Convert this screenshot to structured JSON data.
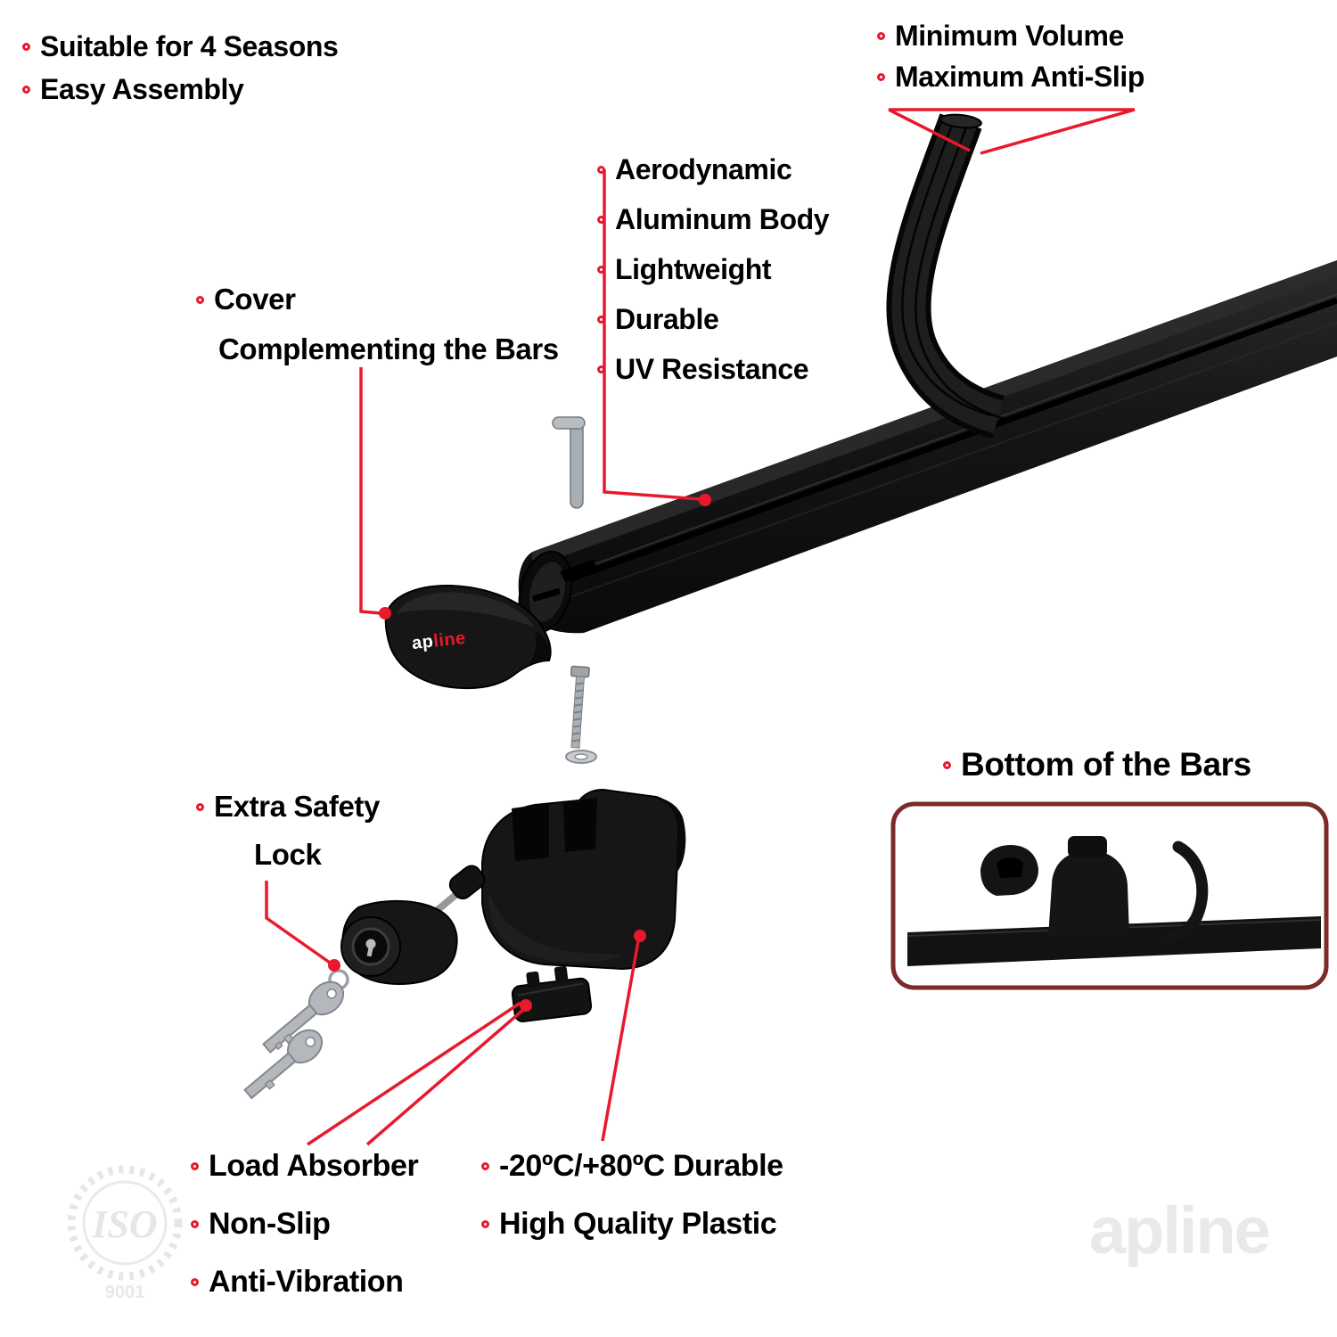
{
  "annotations": {
    "top_left": {
      "items": [
        "Suitable for 4 Seasons",
        "Easy Assembly"
      ]
    },
    "top_right": {
      "items": [
        "Minimum Volume",
        "Maximum Anti-Slip"
      ]
    },
    "bar_features": {
      "items": [
        "Aerodynamic",
        "Aluminum Body",
        "Lightweight",
        "Durable",
        "UV Resistance"
      ]
    },
    "cover": {
      "line1": "Cover",
      "line2": "Complementing the Bars"
    },
    "safety_lock": {
      "line1": "Extra Safety",
      "line2": "Lock"
    },
    "bottom_view": {
      "label": "Bottom of the Bars"
    },
    "bottom_left": {
      "items": [
        "Load Absorber",
        "Non-Slip",
        "Anti-Vibration"
      ]
    },
    "bottom_center": {
      "items": [
        "-20ºC/+80ºC Durable",
        "High Quality Plastic"
      ]
    }
  },
  "brand": {
    "cover_logo_prefix": "ap",
    "cover_logo_suffix": "line",
    "watermark": "apline",
    "iso_label": "ISO",
    "iso_number": "9001"
  },
  "colors": {
    "accent": "#e8192c",
    "product_black": "#161616",
    "frame_maroon": "#7b2b28"
  }
}
